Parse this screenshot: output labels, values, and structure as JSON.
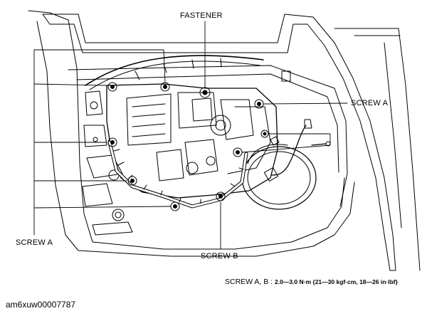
{
  "labels": {
    "fastener": "FASTENER",
    "screw_a_right": "SCREW A",
    "screw_a_left": "SCREW A",
    "screw_b": "SCREW B"
  },
  "torque_spec": {
    "prefix": "SCREW A, B : ",
    "value": "2.0—3.0 N·m {21—30 kgf·cm, 18—26 in·lbf}"
  },
  "reference_code": "am6xuw00007787"
}
